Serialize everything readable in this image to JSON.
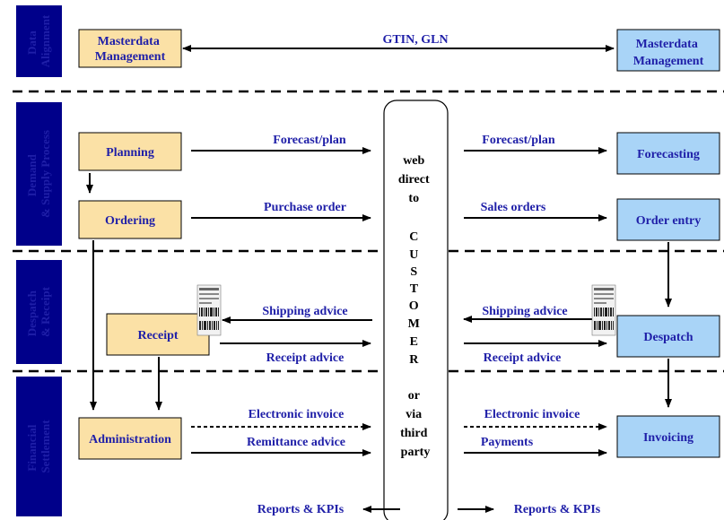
{
  "sections": [
    {
      "id": "data",
      "label_lines": [
        "Data",
        "Alignment"
      ]
    },
    {
      "id": "demand",
      "label_lines": [
        "Demand",
        "& Supply Process"
      ]
    },
    {
      "id": "despatch",
      "label_lines": [
        "Despatch",
        "& Receipt"
      ]
    },
    {
      "id": "financial",
      "label_lines": [
        "Financial",
        "Settlement"
      ]
    }
  ],
  "buyer": {
    "masterdata": [
      "Masterdata",
      "Management"
    ],
    "planning": "Planning",
    "ordering": "Ordering",
    "receipt": "Receipt",
    "administration": "Administration"
  },
  "supplier": {
    "masterdata": [
      "Masterdata",
      "Management"
    ],
    "forecasting": "Forecasting",
    "order_entry": "Order entry",
    "despatch": "Despatch",
    "invoicing": "Invoicing"
  },
  "channel": {
    "lines": [
      "web",
      "direct",
      "to",
      "",
      "C",
      "U",
      "S",
      "T",
      "O",
      "M",
      "E",
      "R",
      "",
      "or",
      "via",
      "third",
      "party"
    ]
  },
  "flows": {
    "gtin_gln": "GTIN, GLN",
    "forecast_left": "Forecast/plan",
    "forecast_right": "Forecast/plan",
    "purchase_order": "Purchase order",
    "sales_orders": "Sales orders",
    "shipping_left": "Shipping advice",
    "shipping_right": "Shipping advice",
    "receipt_left": "Receipt advice",
    "receipt_right": "Receipt advice",
    "einvoice_left": "Electronic invoice",
    "einvoice_right": "Electronic invoice",
    "remittance": "Remittance advice",
    "payments": "Payments",
    "reports_left": "Reports & KPIs",
    "reports_right": "Reports & KPIs"
  },
  "colors": {
    "buyer_box": "#fbe1a6",
    "supplier_box": "#a9d4f7",
    "section_band": "#00008a",
    "label_text": "#1f1fa8"
  }
}
